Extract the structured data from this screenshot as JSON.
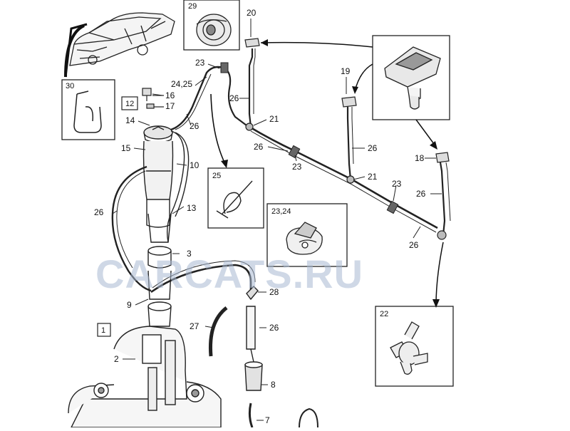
{
  "watermark": "CARCATS.RU",
  "boxed_numbers": {
    "box_29": "29",
    "box_30": "30",
    "box_12": "12",
    "box_25": "25",
    "box_23_24": "23,24",
    "box_22": "22",
    "box_1": "1"
  },
  "callouts": {
    "n20": "20",
    "n23_top": "23",
    "n24_25": "24,25",
    "n16": "16",
    "n17": "17",
    "n14": "14",
    "n26_a": "26",
    "n26_b": "26",
    "n21_a": "21",
    "n19": "19",
    "n26_c": "26",
    "n26_d": "26",
    "n23_mid": "23",
    "n21_b": "21",
    "n23_right": "23",
    "n18": "18",
    "n26_e": "26",
    "n26_f": "26",
    "n15": "15",
    "n10": "10",
    "n26_left": "26",
    "n13": "13",
    "n3": "3",
    "n9": "9",
    "n28": "28",
    "n27": "27",
    "n26_g": "26",
    "n2": "2",
    "n8": "8",
    "n7": "7"
  }
}
